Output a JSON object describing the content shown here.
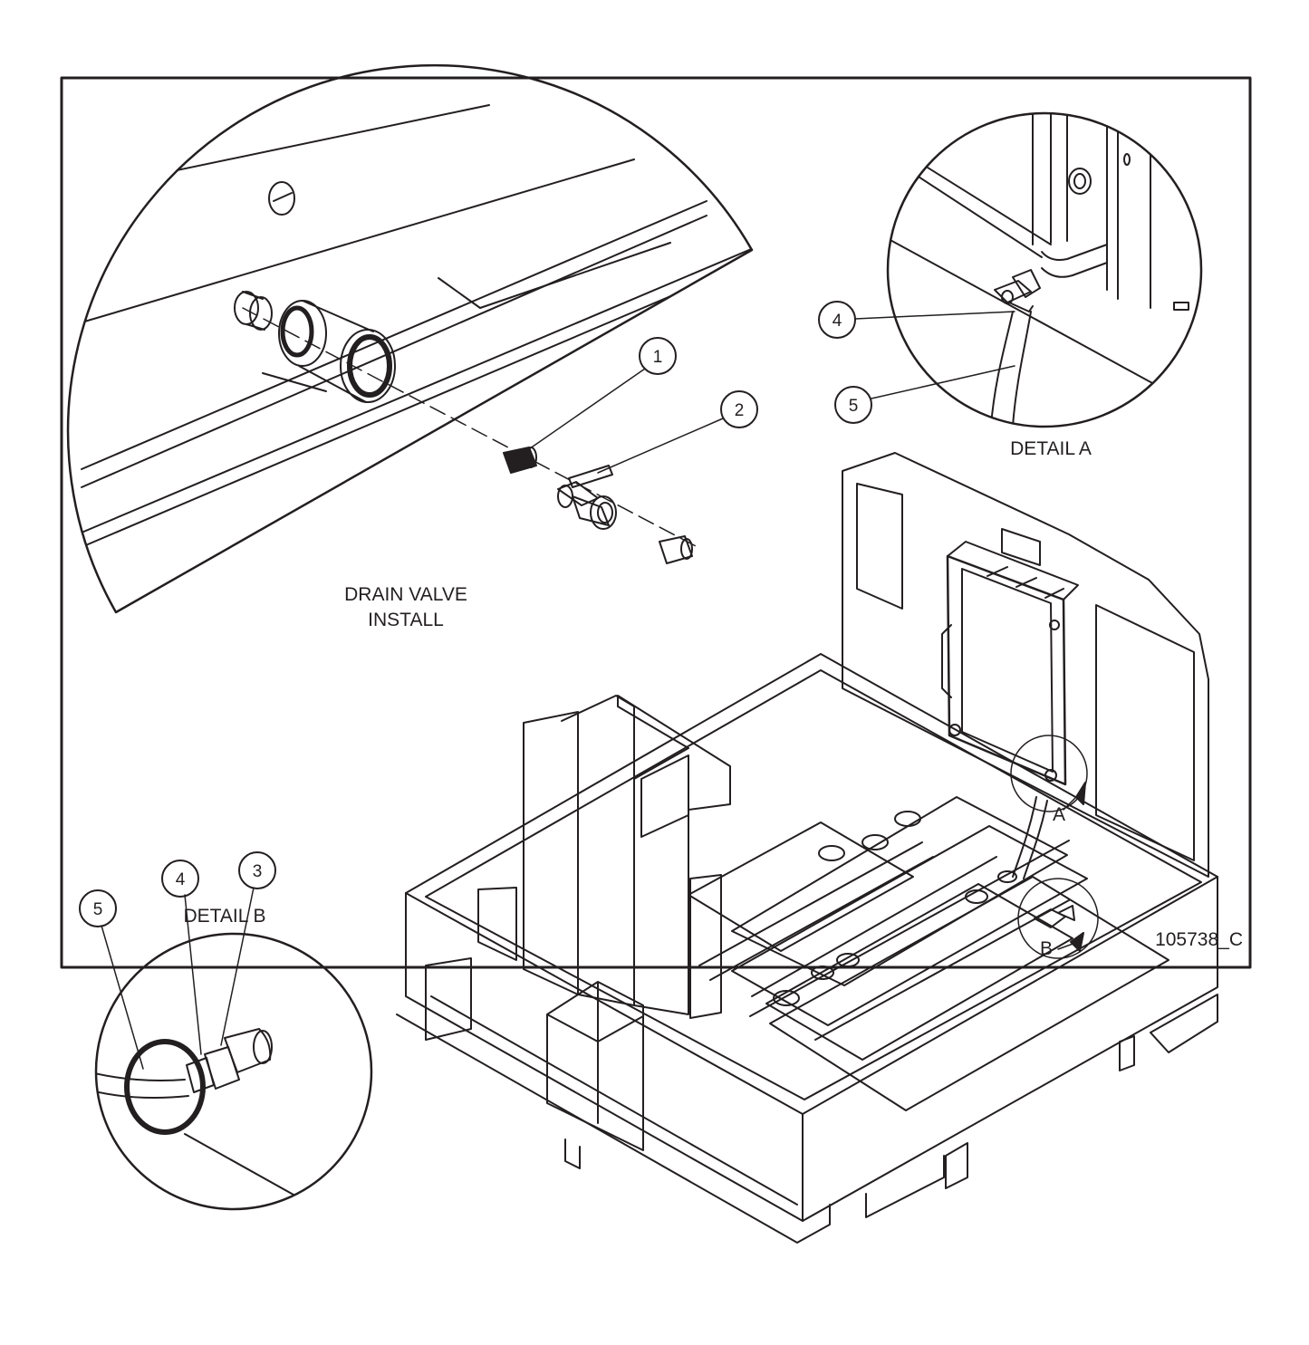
{
  "labels": {
    "drain_valve_line1": "DRAIN VALVE",
    "drain_valve_line2": "INSTALL",
    "detail_a": "DETAIL A",
    "detail_b": "DETAIL B",
    "drawing_number": "105738_C",
    "view_letter_a": "A",
    "view_letter_b": "B"
  },
  "callouts": {
    "main": [
      "1",
      "2"
    ],
    "detail_a": [
      "4",
      "5"
    ],
    "detail_b": [
      "5",
      "4",
      "3"
    ]
  },
  "colors": {
    "line": "#231f20",
    "background": "#ffffff"
  }
}
